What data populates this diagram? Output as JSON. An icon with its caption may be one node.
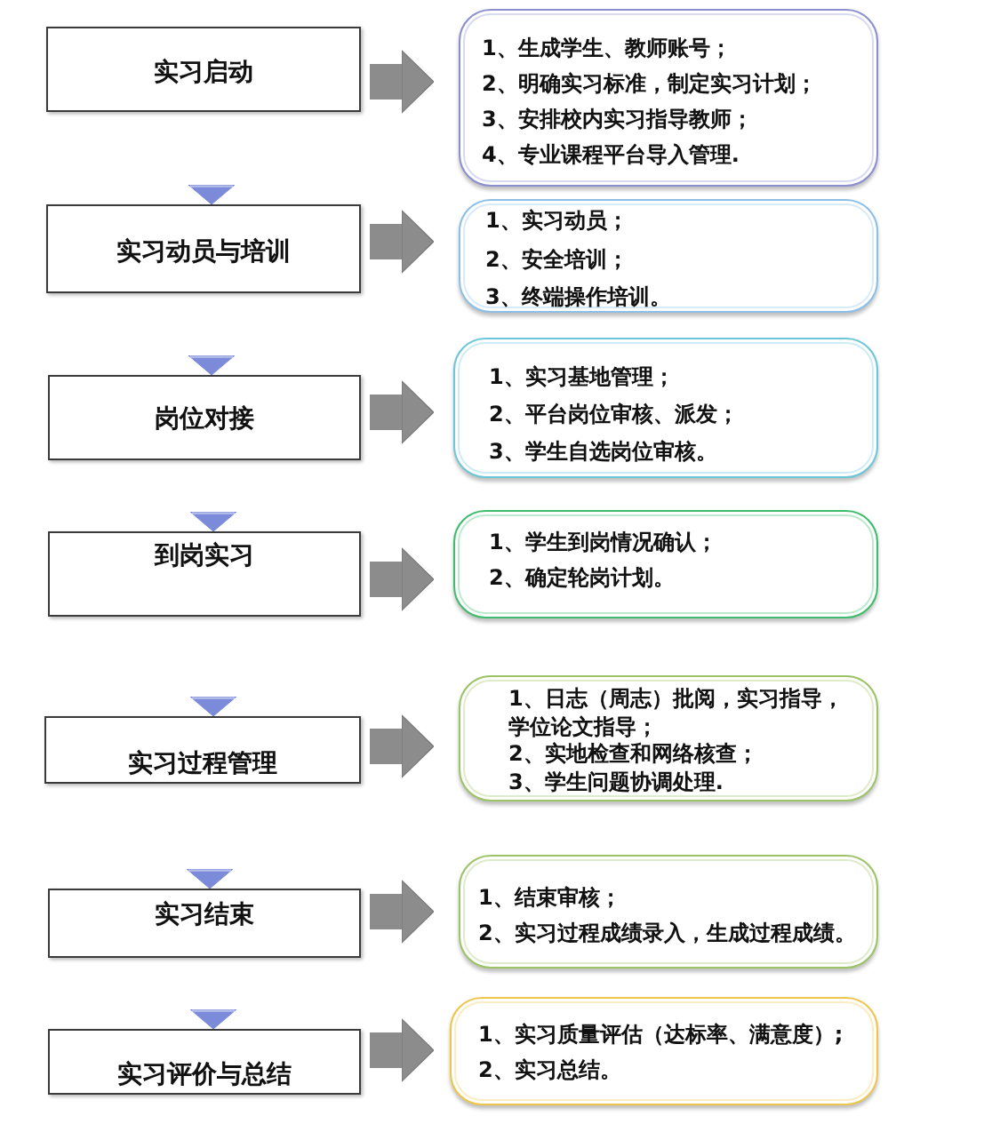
{
  "diagram": {
    "nodes": [
      {
        "text": [
          "实习启动"
        ]
      },
      {
        "text": [
          "1、生成学生、教师账号；",
          "2、明确实习标准，制定实习计划；",
          "3、安排校内实习指导教师；",
          "4、专业课程平台导入管理."
        ]
      },
      {
        "text": [
          "实习动员与培训"
        ]
      },
      {
        "text": [
          "1、实习动员；",
          "2、安全培训；",
          "3、终端操作培训。"
        ]
      },
      {
        "text": [
          "岗位对接"
        ]
      },
      {
        "text": [
          "1、实习基地管理；",
          "2、平台岗位审核、派发；",
          "3、学生自选岗位审核。"
        ]
      },
      {
        "text": [
          "到岗实习"
        ]
      },
      {
        "text": [
          "1、学生到岗情况确认；",
          "2、确定轮岗计划。"
        ]
      },
      {
        "text": [
          "实习过程管理"
        ]
      },
      {
        "text": [
          "1、日志（周志）批阅，实习指导，学位论文指导；",
          "2、实地检查和网络核查；",
          "3、学生问题协调处理."
        ]
      },
      {
        "text": [
          "实习结束"
        ]
      },
      {
        "text": [
          "1、结束审核；",
          "2、实习过程成绩录入，生成过程成绩。"
        ]
      },
      {
        "text": [
          "实习评价与总结"
        ]
      },
      {
        "text": [
          "1、实习质量评估（达标率、满意度）;",
          "2、实习总结。"
        ]
      }
    ],
    "edges": [
      {
        "from": 0,
        "to": 1,
        "arrow": "to"
      },
      {
        "from": 0,
        "to": 2,
        "arrow": "to",
        "color": "#7b8bd9"
      },
      {
        "from": 2,
        "to": 3,
        "arrow": "to"
      },
      {
        "from": 2,
        "to": 4,
        "arrow": "to",
        "color": "#7b8bd9"
      },
      {
        "from": 4,
        "to": 5,
        "arrow": "to"
      },
      {
        "from": 4,
        "to": 6,
        "arrow": "to",
        "color": "#7b8bd9"
      },
      {
        "from": 6,
        "to": 7,
        "arrow": "to"
      },
      {
        "from": 6,
        "to": 8,
        "arrow": "to",
        "color": "#7b8bd9"
      },
      {
        "from": 8,
        "to": 9,
        "arrow": "to"
      },
      {
        "from": 8,
        "to": 10,
        "arrow": "to",
        "color": "#7b8bd9"
      },
      {
        "from": 10,
        "to": 11,
        "arrow": "to"
      },
      {
        "from": 10,
        "to": 12,
        "arrow": "to",
        "color": "#7b8bd9"
      },
      {
        "from": 12,
        "to": 13,
        "arrow": "to"
      }
    ]
  }
}
